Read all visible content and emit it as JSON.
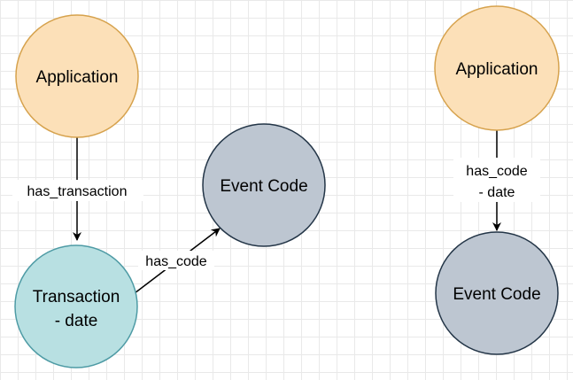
{
  "colors": {
    "application_fill": "#fce0b8",
    "application_stroke": "#d6a24d",
    "transaction_fill": "#b8e0e2",
    "transaction_stroke": "#4e9ba5",
    "event_code_fill": "#bdc6d1",
    "event_code_stroke": "#233547",
    "edge": "#000000"
  },
  "left_diagram": {
    "application": {
      "label": "Application"
    },
    "transaction": {
      "line1": "Transaction",
      "line2": "- date"
    },
    "event_code": {
      "label": "Event Code"
    },
    "edge_has_transaction": {
      "label": "has_transaction"
    },
    "edge_has_code": {
      "label": "has_code"
    }
  },
  "right_diagram": {
    "application": {
      "label": "Application"
    },
    "event_code": {
      "label": "Event Code"
    },
    "edge_has_code": {
      "line1": "has_code",
      "line2": "- date"
    }
  }
}
